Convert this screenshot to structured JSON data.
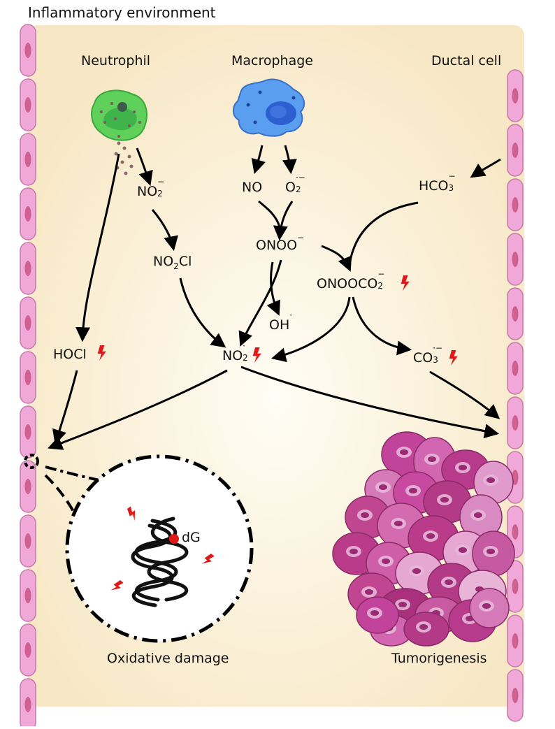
{
  "header": {
    "title": "Inflammatory environment"
  },
  "cells": {
    "neutrophil": "Neutrophil",
    "macrophage": "Macrophage",
    "ductal": "Ductal cell"
  },
  "species": {
    "no2_minus": {
      "base": "NO",
      "sub": "2",
      "sup": "−"
    },
    "no": {
      "text": "NO"
    },
    "o2_radical": {
      "base": "O",
      "sub": "2",
      "sup": "·−"
    },
    "hco3": {
      "base": "HCO",
      "sub": "3",
      "sup": "−"
    },
    "onoo": {
      "base": "ONOO",
      "sup": "−"
    },
    "no2cl": {
      "base": "NO",
      "sub": "2",
      "tail": "Cl"
    },
    "onooco2": {
      "base": "ONOOCO",
      "sub": "2",
      "sup": "−"
    },
    "oh": {
      "base": "OH",
      "sup": "·"
    },
    "hocl": {
      "text": "HOCl"
    },
    "no2_radical": {
      "base": "NO",
      "sub": "2",
      "sup": "·"
    },
    "co3": {
      "base": "CO",
      "sub": "3",
      "sup": "·−"
    }
  },
  "dna_label": "dG",
  "outcomes": {
    "damage": "Oxidative damage",
    "tumor": "Tumorigenesis"
  },
  "colors": {
    "background": "#faf0d8",
    "epithelium": "#f0a8d8",
    "neutrophil": "#5ccc55",
    "macrophage": "#4e8ee6",
    "tumor": "#c0508c",
    "bolt": "#e01818"
  }
}
